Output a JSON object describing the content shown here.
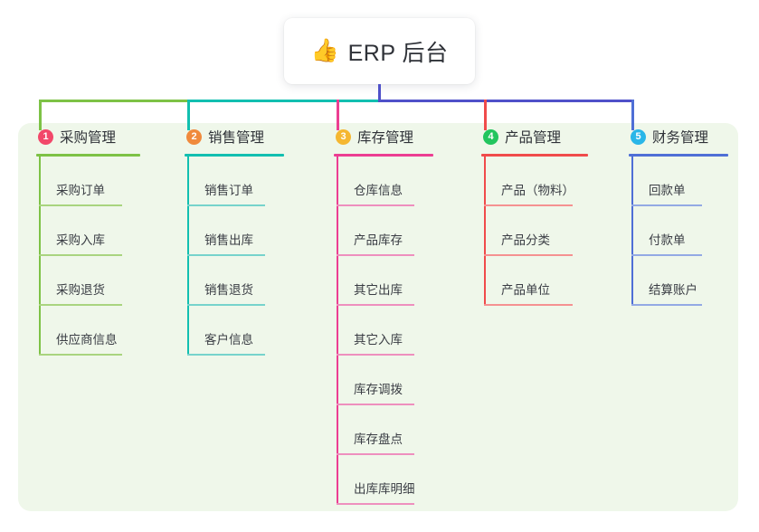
{
  "root": {
    "icon": "thumbs-up-icon",
    "icon_glyph": "👍",
    "title": "ERP 后台"
  },
  "palette": {
    "panel_bg": "#EFF7EA",
    "page_bg": "#FFFFFF",
    "root_stem": "#4F51C9",
    "text": "#2F3238"
  },
  "columns": [
    {
      "index": "1",
      "badge_color": "#F2486A",
      "line_color": "#7DC246",
      "leaf_line_color": "#A9D47F",
      "title": "采购管理",
      "items": [
        "采购订单",
        "采购入库",
        "采购退货",
        "供应商信息"
      ]
    },
    {
      "index": "2",
      "badge_color": "#F08A3C",
      "line_color": "#12BFB0",
      "leaf_line_color": "#76D3CC",
      "title": "销售管理",
      "items": [
        "销售订单",
        "销售出库",
        "销售退货",
        "客户信息"
      ]
    },
    {
      "index": "3",
      "badge_color": "#F5B731",
      "line_color": "#EC3E92",
      "leaf_line_color": "#EE8FBE",
      "title": "库存管理",
      "items": [
        "仓库信息",
        "产品库存",
        "其它出库",
        "其它入库",
        "库存调拨",
        "库存盘点",
        "出库库明细"
      ]
    },
    {
      "index": "4",
      "badge_color": "#22C55E",
      "line_color": "#F04B4B",
      "leaf_line_color": "#F59191",
      "title": "产品管理",
      "items": [
        "产品（物料）",
        "产品分类",
        "产品单位"
      ]
    },
    {
      "index": "5",
      "badge_color": "#29B6E8",
      "line_color": "#4F6FD6",
      "leaf_line_color": "#93A9E4",
      "title": "财务管理",
      "items": [
        "回款单",
        "付款单",
        "结算账户"
      ]
    }
  ]
}
